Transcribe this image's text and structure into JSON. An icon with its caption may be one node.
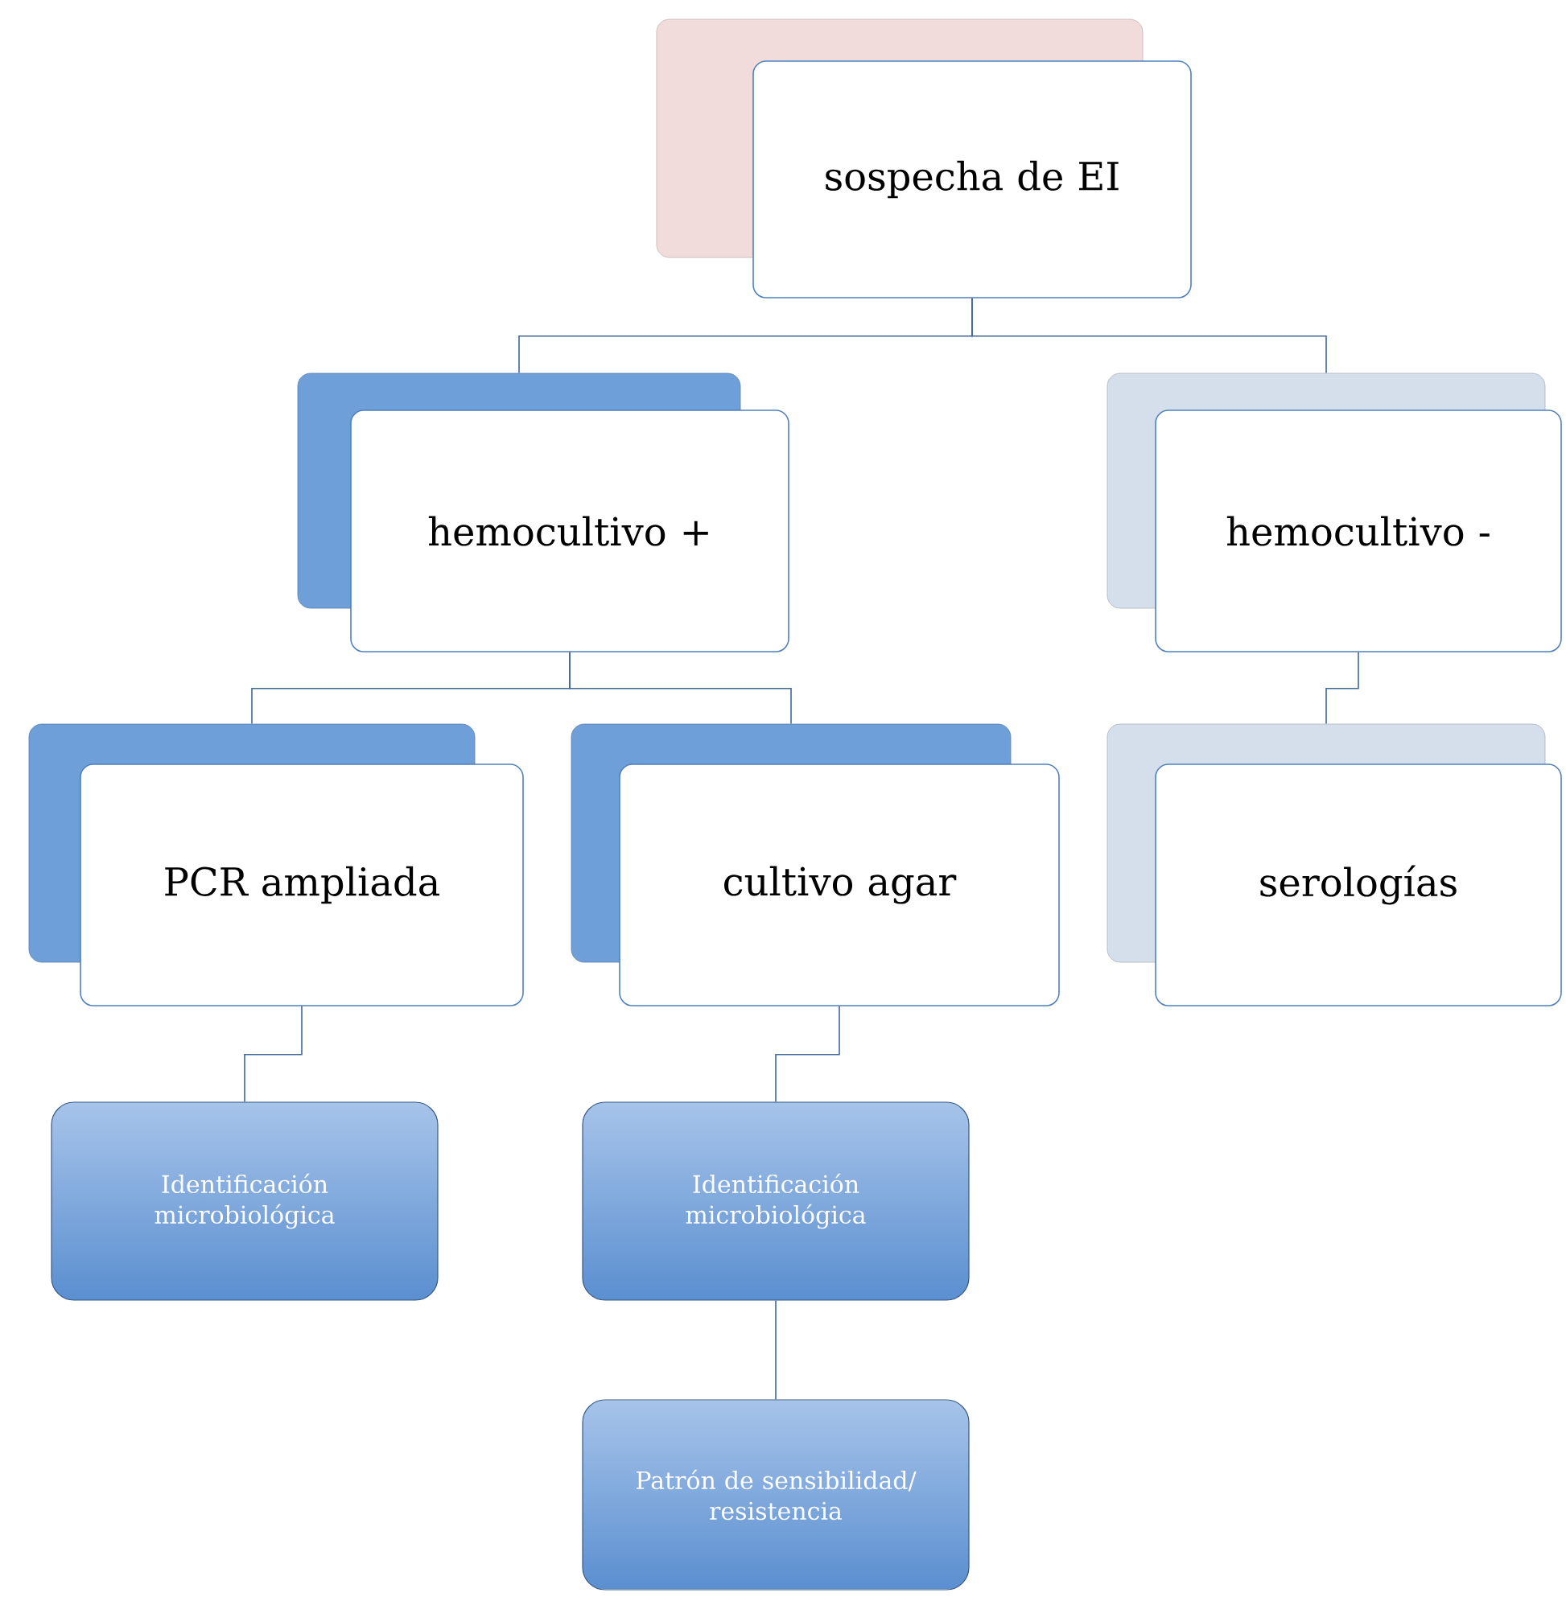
{
  "diagram": {
    "nodes": [
      {
        "text": [
          "sospecha de EI"
        ]
      },
      {
        "text": [
          "hemocultivo +"
        ]
      },
      {
        "text": [
          "hemocultivo -"
        ]
      },
      {
        "text": [
          "PCR ampliada"
        ]
      },
      {
        "text": [
          "cultivo agar"
        ]
      },
      {
        "text": [
          "serologías"
        ]
      },
      {
        "text": [
          "Identificación microbiológica"
        ]
      },
      {
        "text": [
          "Identificación microbiológica"
        ]
      },
      {
        "text": [
          "Patrón de sensibilidad/ resistencia"
        ]
      }
    ],
    "edges": [
      {
        "from": 0,
        "to": 1,
        "arrow": "none"
      },
      {
        "from": 0,
        "to": 2,
        "arrow": "none"
      },
      {
        "from": 1,
        "to": 3,
        "arrow": "none"
      },
      {
        "from": 1,
        "to": 4,
        "arrow": "none"
      },
      {
        "from": 2,
        "to": 5,
        "arrow": "none"
      },
      {
        "from": 3,
        "to": 6,
        "arrow": "none"
      },
      {
        "from": 4,
        "to": 7,
        "arrow": "none"
      },
      {
        "from": 7,
        "to": 8,
        "arrow": "none"
      }
    ]
  }
}
